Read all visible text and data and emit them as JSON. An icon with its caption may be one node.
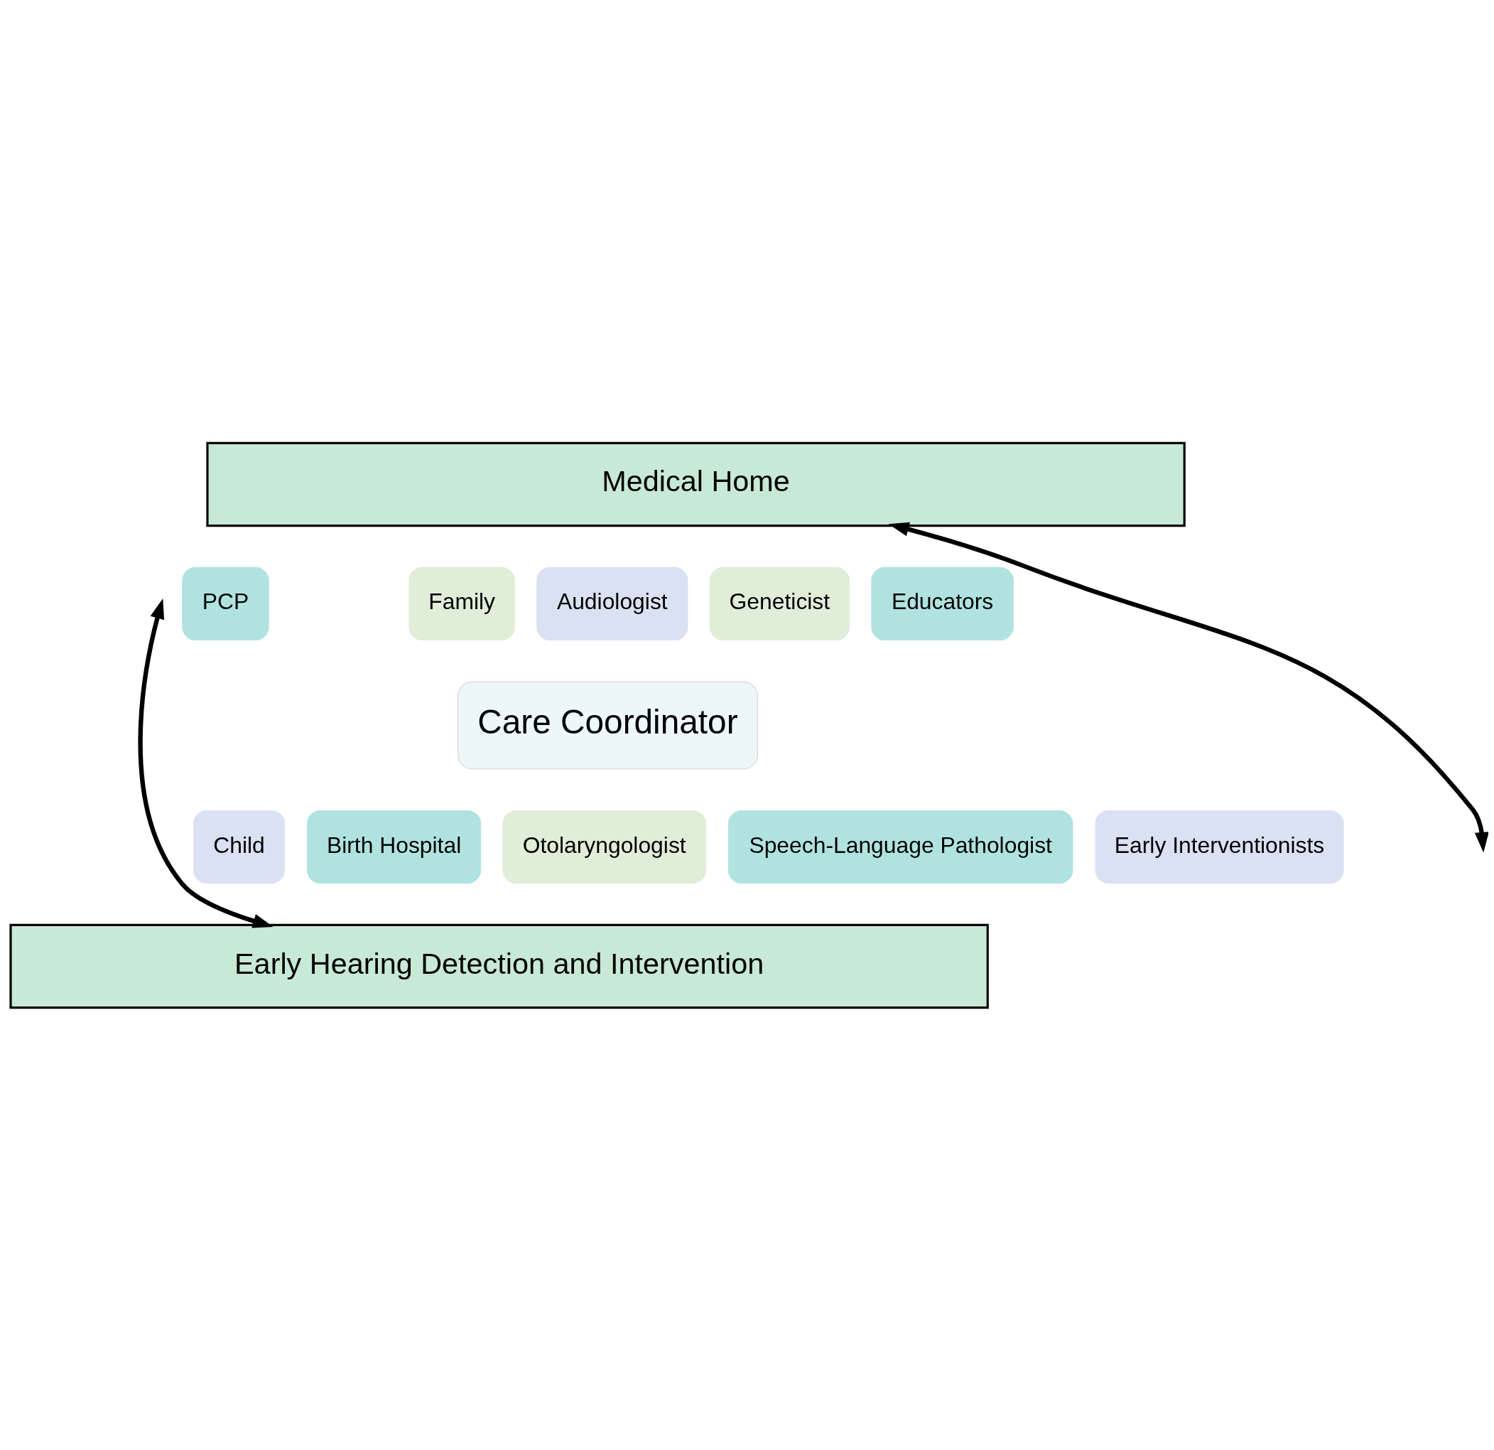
{
  "diagram": {
    "nodes": [
      {
        "text": [
          "Medical Home"
        ]
      },
      {
        "text": [
          "PCP"
        ]
      },
      {
        "text": [
          "Family"
        ]
      },
      {
        "text": [
          "Audiologist"
        ]
      },
      {
        "text": [
          "Geneticist"
        ]
      },
      {
        "text": [
          "Educators"
        ]
      },
      {
        "text": [
          "Care Coordinator"
        ]
      },
      {
        "text": [
          "Child"
        ]
      },
      {
        "text": [
          "Birth Hospital"
        ]
      },
      {
        "text": [
          "Otolaryngologist"
        ]
      },
      {
        "text": [
          "Speech-Language Pathologist"
        ]
      },
      {
        "text": [
          "Early Interventionists"
        ]
      },
      {
        "text": [
          "Early Hearing Detection and Intervention"
        ]
      }
    ],
    "edges": [
      {
        "from": null,
        "to": 12,
        "arrow": "both"
      },
      {
        "from": 0,
        "to": null,
        "arrow": "both"
      }
    ]
  }
}
